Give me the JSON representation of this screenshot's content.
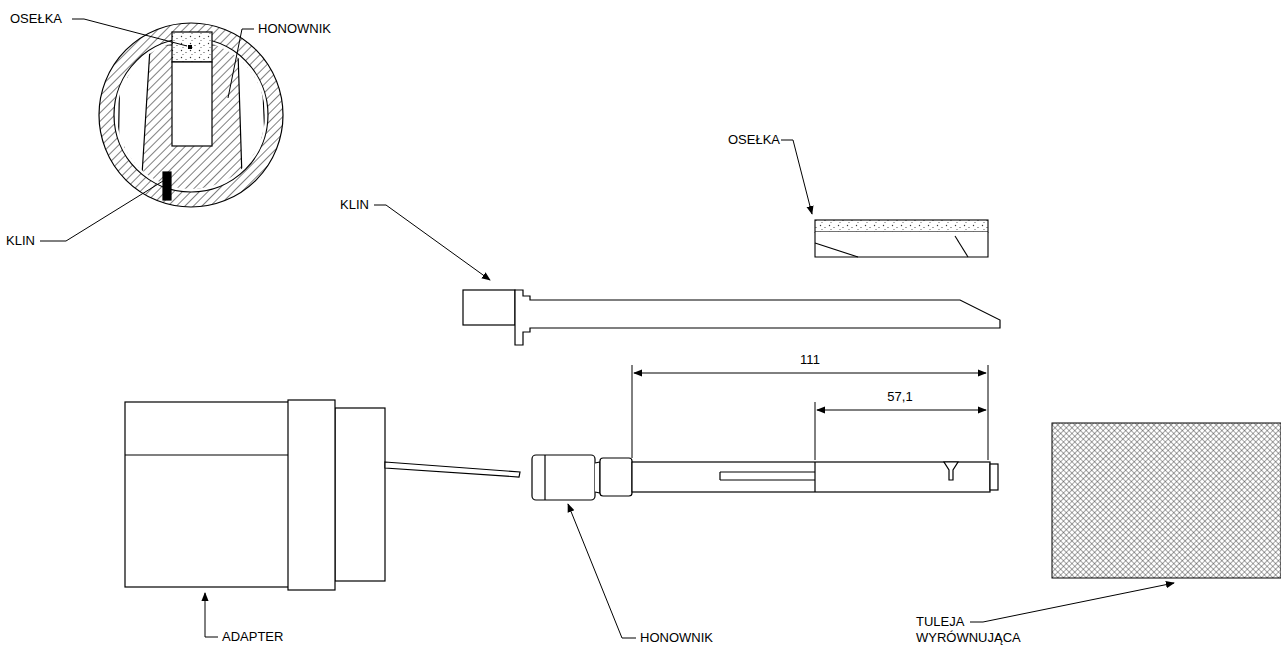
{
  "diagram": {
    "labels": [
      "OSEŁKA",
      "HONOWNIK",
      "KLIN",
      "KLIN",
      "OSEŁKA",
      "111",
      "57,1",
      "ADAPTER",
      "HONOWNIK",
      "TULEJA WYRÓWNUJĄCA"
    ]
  }
}
